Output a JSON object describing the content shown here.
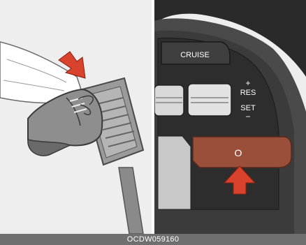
{
  "left_panel": {
    "illustration": "foot-pressing-brake-pedal",
    "arrow_direction": "down-right",
    "arrow_color": "#d9422c"
  },
  "right_panel": {
    "illustration": "steering-wheel-cruise-control-buttons",
    "cruise_label": "CRUISE",
    "plus_label": "+",
    "res_label": "RES",
    "set_label": "SET",
    "minus_label": "−",
    "cancel_symbol": "O",
    "cancel_button_color": "#9a4f3a",
    "arrow_direction": "up",
    "arrow_color": "#d9422c"
  },
  "caption": {
    "code": "OCDW059160"
  }
}
